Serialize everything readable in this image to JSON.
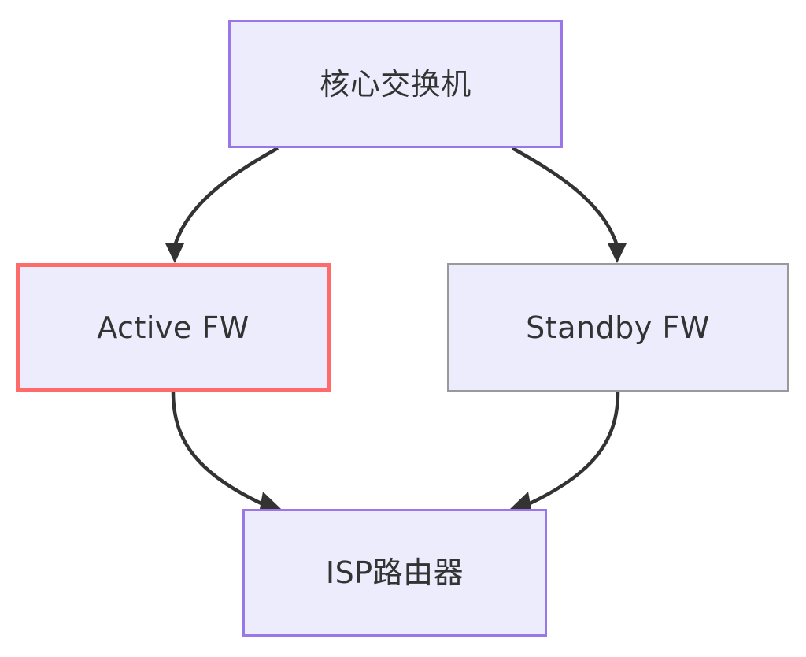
{
  "diagram": {
    "type": "flowchart",
    "direction": "top-down",
    "title": "",
    "background_color": "#ffffff",
    "nodes": [
      {
        "id": "core-switch",
        "label": "核心交换机",
        "shape": "rectangle",
        "fill_color": "#ececfd",
        "border_color": "#9a77e8",
        "border_width": "3px",
        "text_color": "#333333"
      },
      {
        "id": "active-fw",
        "label": "Active FW",
        "shape": "rectangle",
        "fill_color": "#ececfd",
        "border_color": "#ff6b6b",
        "border_width": "5px",
        "text_color": "#333333"
      },
      {
        "id": "standby-fw",
        "label": "Standby FW",
        "shape": "rectangle",
        "fill_color": "#ececfd",
        "border_color": "#999999",
        "border_width": "2px",
        "text_color": "#333333"
      },
      {
        "id": "isp-router",
        "label": "ISP路由器",
        "shape": "rectangle",
        "fill_color": "#ececfd",
        "border_color": "#9a77e8",
        "border_width": "3px",
        "text_color": "#333333"
      }
    ],
    "edges": [
      {
        "id": "core-switch-to-active-fw",
        "from": "core-switch",
        "to": "active-fw",
        "label": "",
        "style": "curved-solid",
        "arrowhead": "filled-triangle",
        "color": "#333333"
      },
      {
        "id": "core-switch-to-standby-fw",
        "from": "core-switch",
        "to": "standby-fw",
        "label": "",
        "style": "curved-solid",
        "arrowhead": "filled-triangle",
        "color": "#333333"
      },
      {
        "id": "active-fw-to-isp-router",
        "from": "active-fw",
        "to": "isp-router",
        "label": "",
        "style": "curved-solid",
        "arrowhead": "filled-triangle",
        "color": "#333333"
      },
      {
        "id": "standby-fw-to-isp-router",
        "from": "standby-fw",
        "to": "isp-router",
        "label": "",
        "style": "curved-solid",
        "arrowhead": "filled-triangle",
        "color": "#333333"
      }
    ]
  }
}
